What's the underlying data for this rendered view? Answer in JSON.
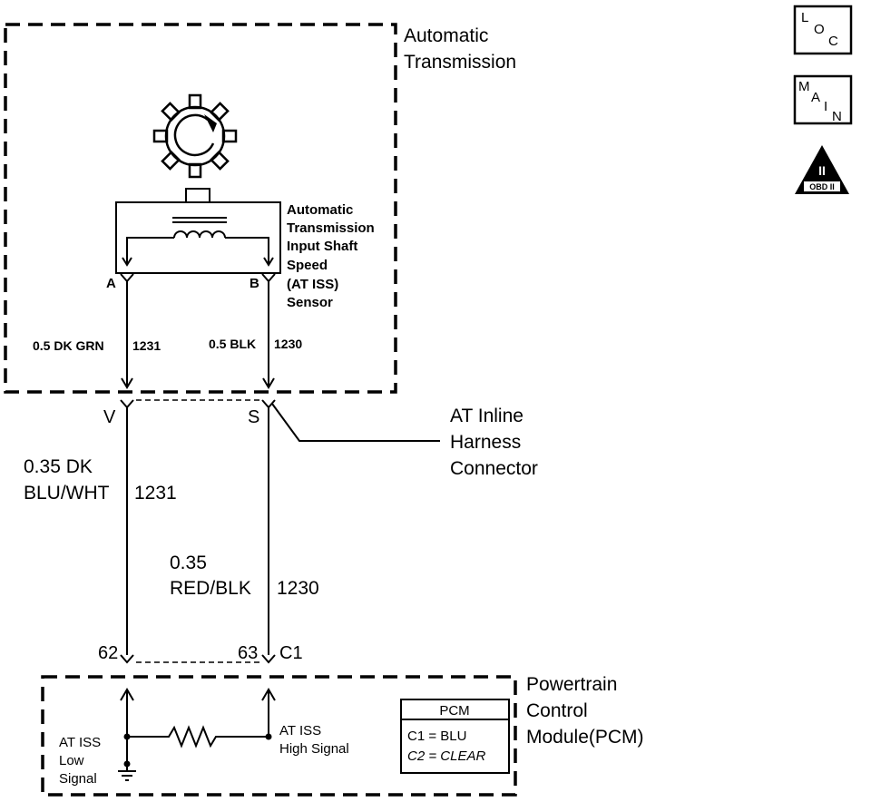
{
  "transmission": {
    "title_line1": "Automatic",
    "title_line2": "Transmission"
  },
  "sensor": {
    "label_lines": [
      "Automatic",
      "Transmission",
      "Input Shaft",
      "Speed",
      "(AT ISS)",
      "Sensor"
    ],
    "pin_a": "A",
    "pin_b": "B"
  },
  "wires_upper": {
    "left_label": "0.5 DK GRN",
    "left_circuit": "1231",
    "right_label": "0.5 BLK",
    "right_circuit": "1230"
  },
  "inline_connector": {
    "pin_v": "V",
    "pin_s": "S",
    "label_lines": [
      "AT Inline",
      "Harness",
      "Connector"
    ]
  },
  "wires_lower": {
    "left_label_line1": "0.35 DK",
    "left_label_line2": "BLU/WHT",
    "left_circuit": "1231",
    "right_label_line1": "0.35",
    "right_label_line2": "RED/BLK",
    "right_circuit": "1230"
  },
  "pcm_connector": {
    "pin_62": "62",
    "pin_63": "63",
    "connector_id": "C1"
  },
  "pcm": {
    "label_lines": [
      "Powertrain",
      "Control",
      "Module(PCM)"
    ],
    "low_signal_lines": [
      "AT ISS",
      "Low",
      "Signal"
    ],
    "high_signal_lines": [
      "AT ISS",
      "High Signal"
    ],
    "legend_title": "PCM",
    "legend_c1": "C1 = BLU",
    "legend_c2": "C2 = CLEAR"
  },
  "icons": {
    "loc_letters": [
      "L",
      "O",
      "C"
    ],
    "main_letters": [
      "M",
      "A",
      "I",
      "N"
    ],
    "obd_roman": "II",
    "obd_label": "OBD II"
  }
}
